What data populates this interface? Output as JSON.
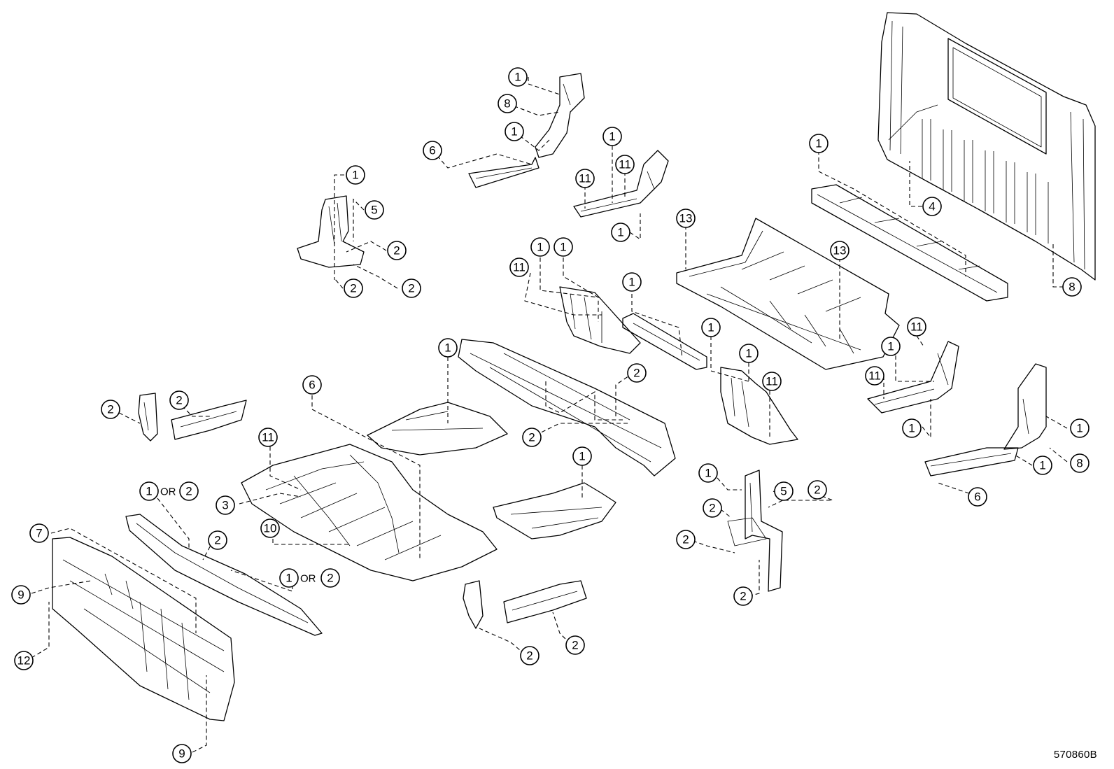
{
  "callouts": {
    "c1": "1",
    "c2": "2",
    "c3": "3",
    "c4": "4",
    "c5": "5",
    "c6": "6",
    "c7": "7",
    "c8": "8",
    "c9": "9",
    "c10": "10",
    "c11": "11",
    "c12": "12",
    "c13": "13"
  },
  "or_label": "OR",
  "diagram_code": "570860B"
}
